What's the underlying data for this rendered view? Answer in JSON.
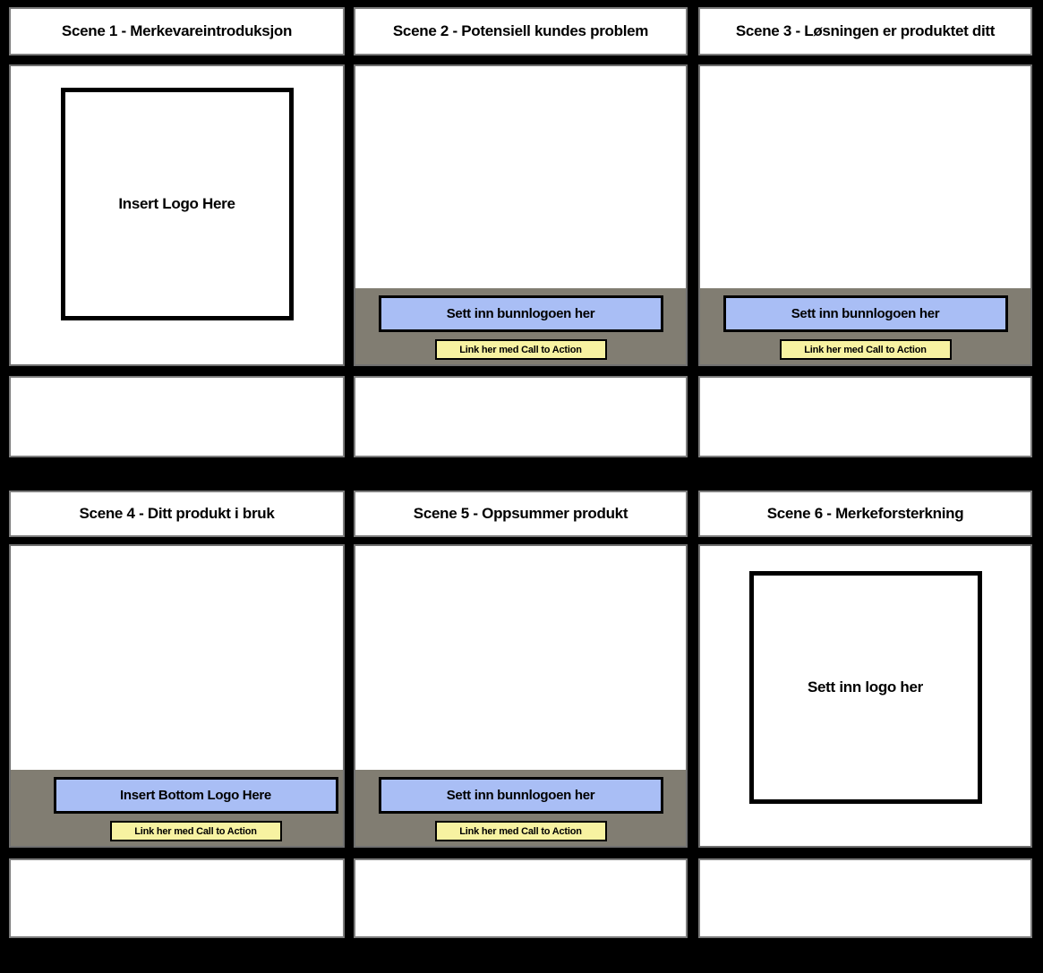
{
  "colors": {
    "background": "#000000",
    "cell_fill": "#ffffff",
    "cell_border": "#7d7d7d",
    "bottom_bar_gray": "#817d72",
    "logo_button_blue": "#a9bef5",
    "cta_button_yellow": "#f7f2a1",
    "button_border": "#000000",
    "text": "#000000"
  },
  "scenes": [
    {
      "title": "Scene 1 - Merkevareintroduksjon",
      "logo_box_label": "Insert Logo Here"
    },
    {
      "title": "Scene 2 - Potensiell kundes problem",
      "bottom_logo_label": "Sett inn bunnlogoen her",
      "cta_label": "Link her med Call to Action"
    },
    {
      "title": "Scene 3 - Løsningen er produktet ditt",
      "bottom_logo_label": "Sett inn bunnlogoen her",
      "cta_label": "Link her med Call to Action"
    },
    {
      "title": "Scene 4 - Ditt produkt i bruk",
      "bottom_logo_label": "Insert Bottom Logo Here",
      "cta_label": "Link her med Call to Action"
    },
    {
      "title": "Scene 5 - Oppsummer produkt",
      "bottom_logo_label": "Sett inn bunnlogoen her",
      "cta_label": "Link her med Call to Action"
    },
    {
      "title": "Scene 6 - Merkeforsterkning",
      "logo_box_label": "Sett inn logo her"
    }
  ]
}
